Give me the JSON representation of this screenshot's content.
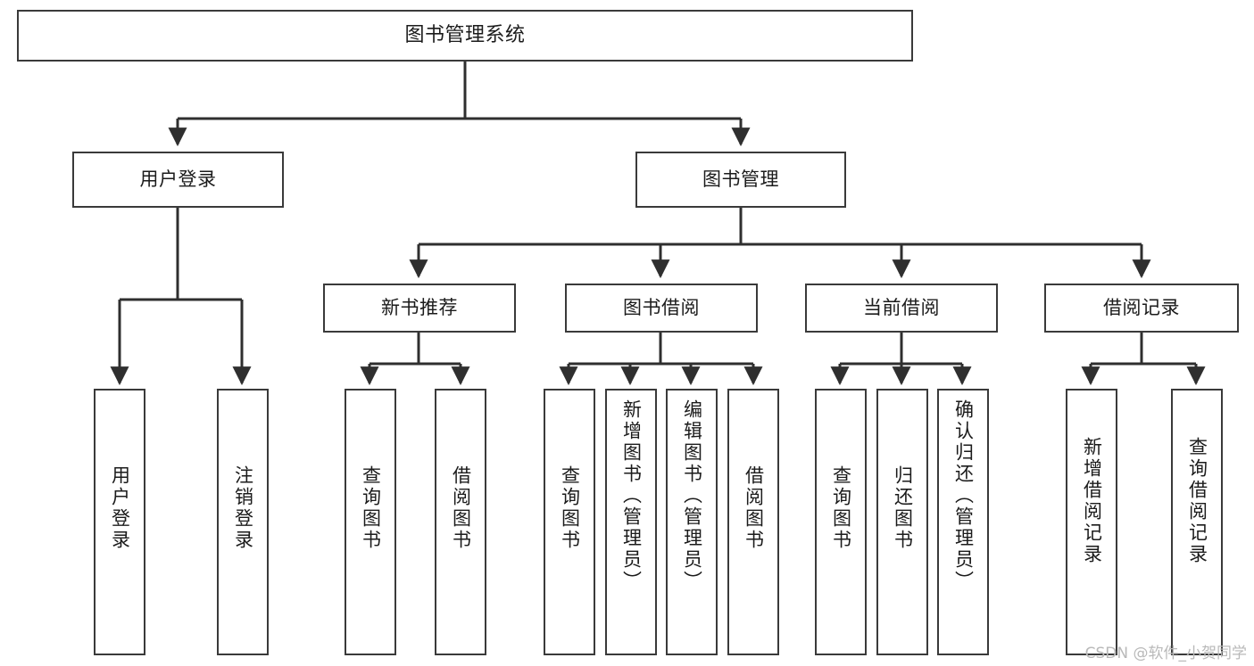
{
  "diagram": {
    "type": "tree-hierarchy-diagram",
    "title": "图书管理系统",
    "colors": {
      "background": "#ffffff",
      "node_border": "#3a3a3a",
      "node_fill": "#ffffff",
      "text": "#1b1b1b",
      "connector": "#2f2f2f",
      "watermark": "#b9b9b9"
    },
    "nodes": {
      "root": {
        "id": "root",
        "label": "图书管理系统",
        "level": 1,
        "orientation": "horizontal"
      },
      "user_login": {
        "id": "user-login",
        "label": "用户登录",
        "level": 2,
        "orientation": "horizontal"
      },
      "book_manage": {
        "id": "book-manage",
        "label": "图书管理",
        "level": 2,
        "orientation": "horizontal"
      },
      "new_book_rec": {
        "id": "new-book-recommend",
        "label": "新书推荐",
        "level": 3,
        "orientation": "horizontal"
      },
      "book_borrow": {
        "id": "book-borrow",
        "label": "图书借阅",
        "level": 3,
        "orientation": "horizontal"
      },
      "current_borrow": {
        "id": "current-borrow",
        "label": "当前借阅",
        "level": 3,
        "orientation": "horizontal"
      },
      "borrow_record": {
        "id": "borrow-record",
        "label": "借阅记录",
        "level": 3,
        "orientation": "horizontal"
      },
      "leaf_user_login": {
        "id": "leaf-user-login",
        "label": "用户登录",
        "level": 3,
        "orientation": "vertical",
        "parent": "用户登录"
      },
      "leaf_logout": {
        "id": "leaf-logout",
        "label": "注销登录",
        "level": 3,
        "orientation": "vertical",
        "parent": "用户登录"
      },
      "leaf_query_book_1": {
        "id": "leaf-query-book-1",
        "label": "查询图书",
        "level": 4,
        "orientation": "vertical",
        "parent": "新书推荐"
      },
      "leaf_borrow_book_1": {
        "id": "leaf-borrow-book-1",
        "label": "借阅图书",
        "level": 4,
        "orientation": "vertical",
        "parent": "新书推荐"
      },
      "leaf_query_book_2": {
        "id": "leaf-query-book-2",
        "label": "查询图书",
        "level": 4,
        "orientation": "vertical",
        "parent": "图书借阅"
      },
      "leaf_add_book": {
        "id": "leaf-add-book",
        "label": "新增图书（管理员）",
        "level": 4,
        "orientation": "vertical",
        "parent": "图书借阅"
      },
      "leaf_edit_book": {
        "id": "leaf-edit-book",
        "label": "编辑图书（管理员）",
        "level": 4,
        "orientation": "vertical",
        "parent": "图书借阅"
      },
      "leaf_borrow_book_2": {
        "id": "leaf-borrow-book-2",
        "label": "借阅图书",
        "level": 4,
        "orientation": "vertical",
        "parent": "图书借阅"
      },
      "leaf_query_book_3": {
        "id": "leaf-query-book-3",
        "label": "查询图书",
        "level": 4,
        "orientation": "vertical",
        "parent": "当前借阅"
      },
      "leaf_return_book": {
        "id": "leaf-return-book",
        "label": "归还图书",
        "level": 4,
        "orientation": "vertical",
        "parent": "当前借阅"
      },
      "leaf_confirm_return": {
        "id": "leaf-confirm-return",
        "label": "确认归还（管理员）",
        "level": 4,
        "orientation": "vertical",
        "parent": "当前借阅"
      },
      "leaf_add_record": {
        "id": "leaf-add-borrow-record",
        "label": "新增借阅记录",
        "level": 4,
        "orientation": "vertical",
        "parent": "借阅记录"
      },
      "leaf_query_record": {
        "id": "leaf-query-borrow-record",
        "label": "查询借阅记录",
        "level": 4,
        "orientation": "vertical",
        "parent": "借阅记录"
      }
    },
    "edges": [
      {
        "from": "图书管理系统",
        "to": "用户登录"
      },
      {
        "from": "图书管理系统",
        "to": "图书管理"
      },
      {
        "from": "用户登录",
        "to": "用户登录(叶)"
      },
      {
        "from": "用户登录",
        "to": "注销登录"
      },
      {
        "from": "图书管理",
        "to": "新书推荐"
      },
      {
        "from": "图书管理",
        "to": "图书借阅"
      },
      {
        "from": "图书管理",
        "to": "当前借阅"
      },
      {
        "from": "图书管理",
        "to": "借阅记录"
      },
      {
        "from": "新书推荐",
        "to": "查询图书"
      },
      {
        "from": "新书推荐",
        "to": "借阅图书"
      },
      {
        "from": "图书借阅",
        "to": "查询图书"
      },
      {
        "from": "图书借阅",
        "to": "新增图书（管理员）"
      },
      {
        "from": "图书借阅",
        "to": "编辑图书（管理员）"
      },
      {
        "from": "图书借阅",
        "to": "借阅图书"
      },
      {
        "from": "当前借阅",
        "to": "查询图书"
      },
      {
        "from": "当前借阅",
        "to": "归还图书"
      },
      {
        "from": "当前借阅",
        "to": "确认归还（管理员）"
      },
      {
        "from": "借阅记录",
        "to": "新增借阅记录"
      },
      {
        "from": "借阅记录",
        "to": "查询借阅记录"
      }
    ]
  },
  "watermark": {
    "text": "CSDN @软件_小贺同学"
  }
}
